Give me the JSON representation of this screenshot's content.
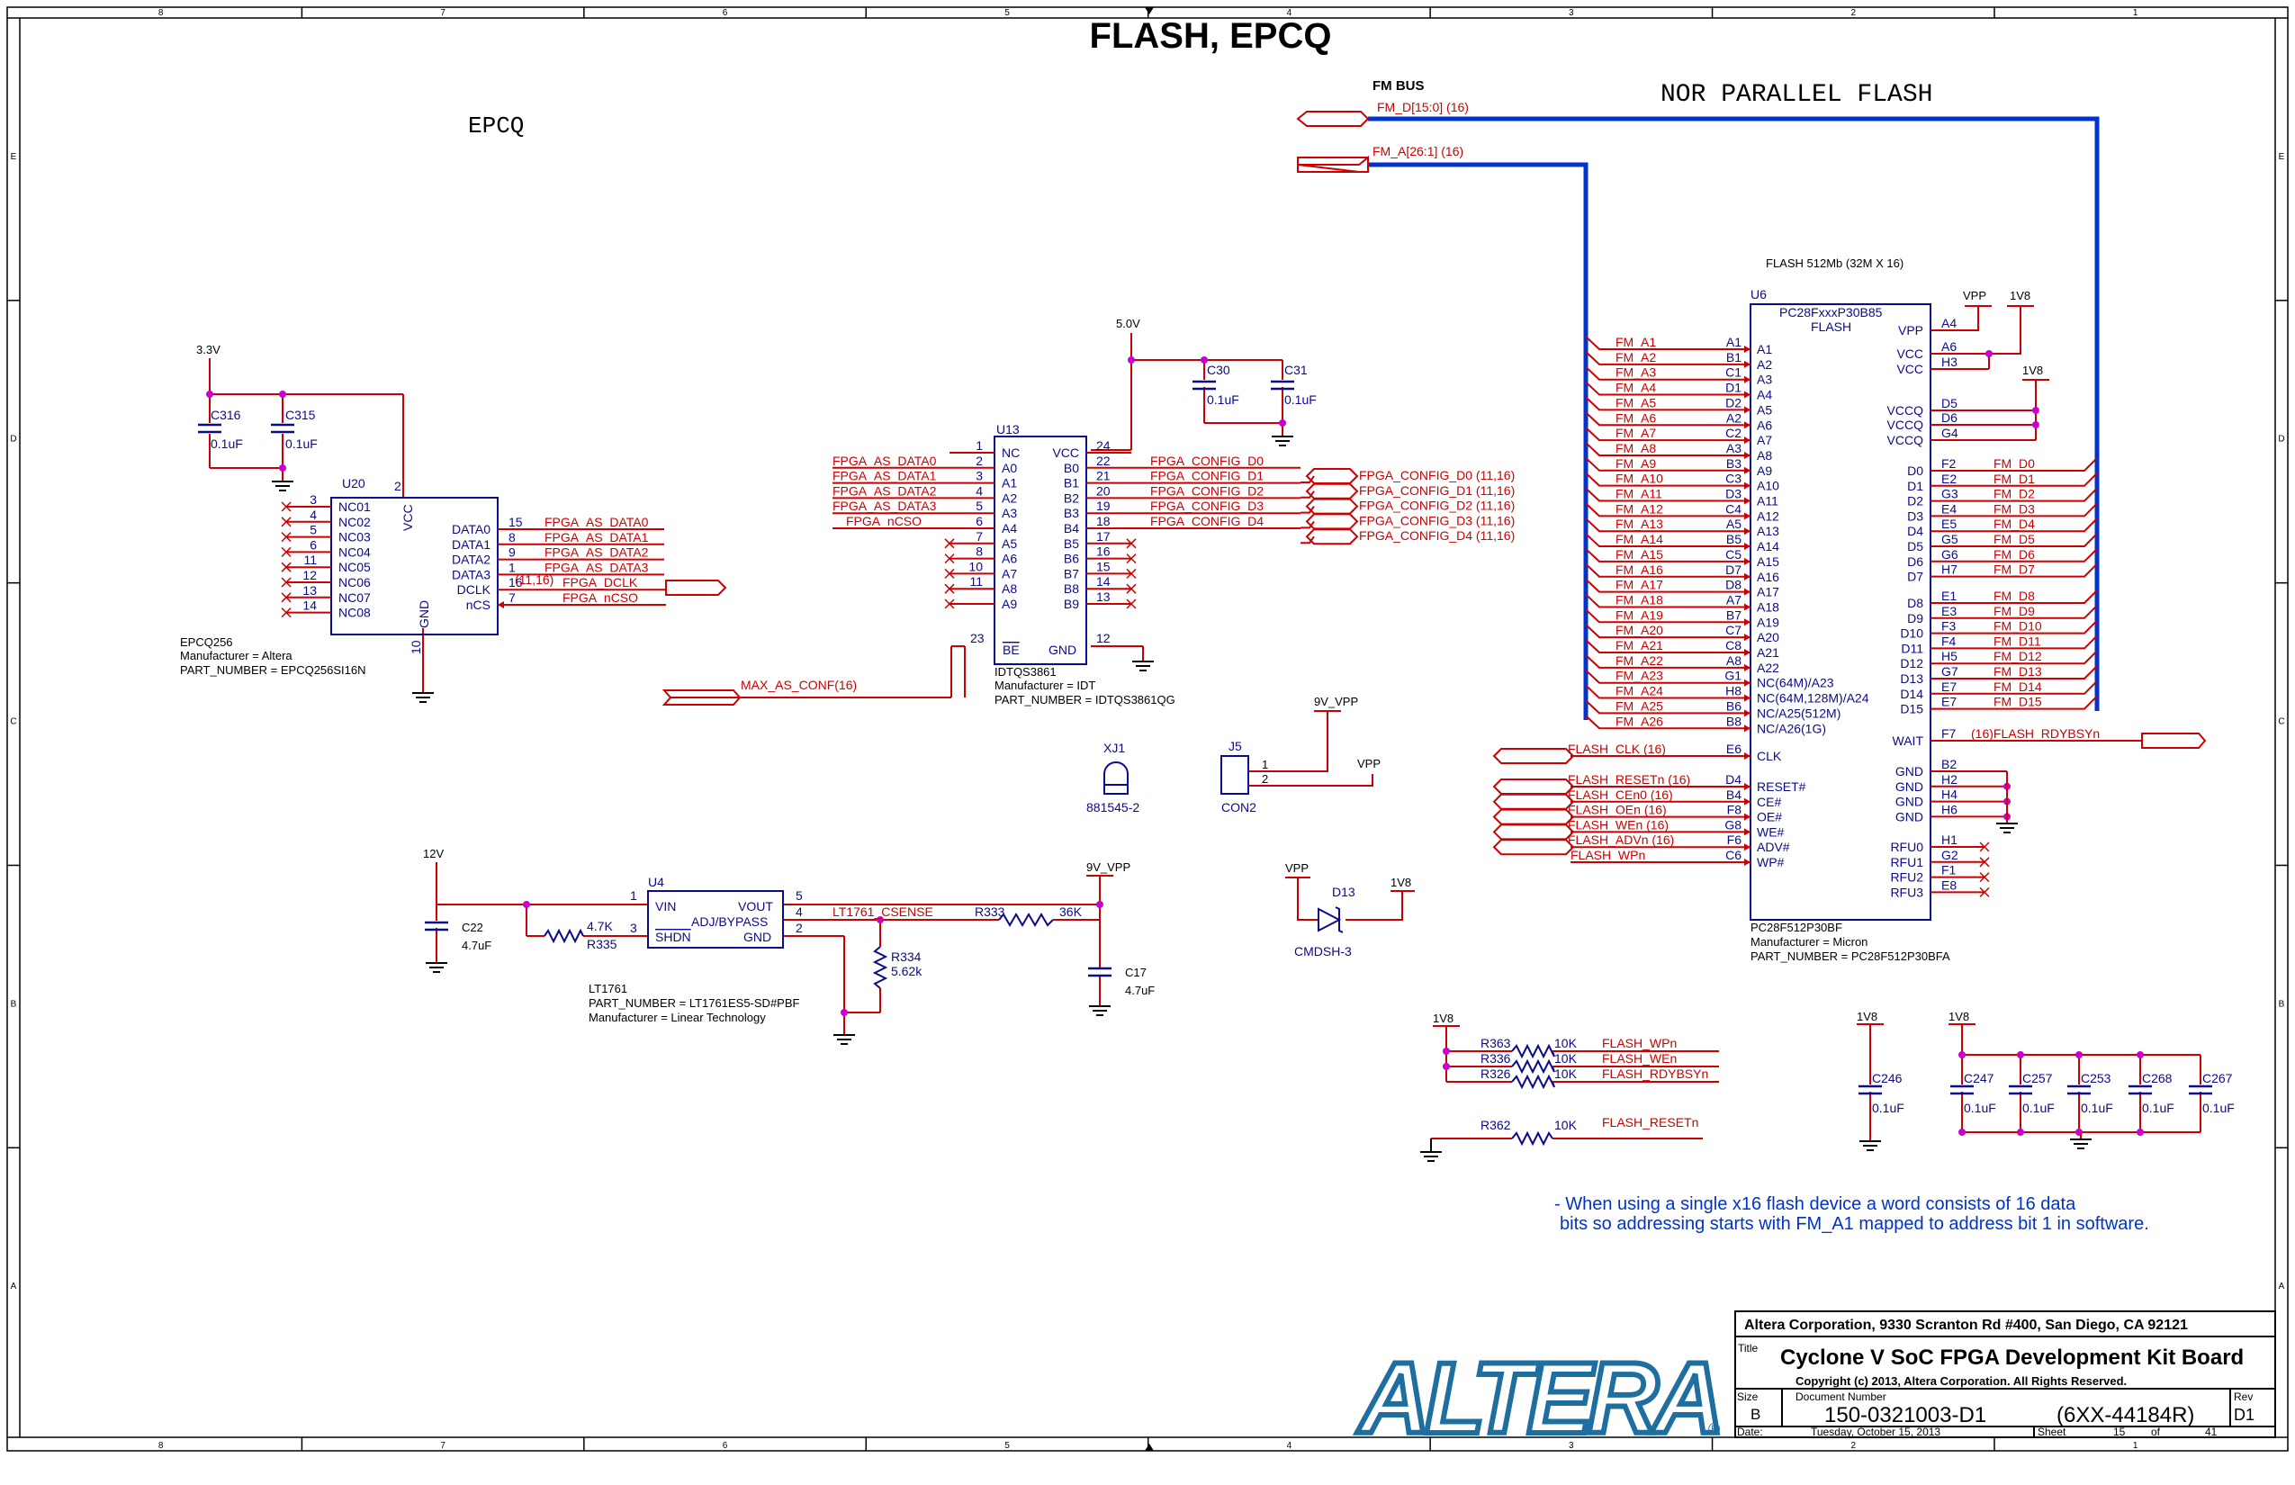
{
  "title": "FLASH, EPCQ",
  "border": {
    "cols": [
      "8",
      "7",
      "6",
      "5",
      "4",
      "3",
      "2",
      "1"
    ],
    "rows": [
      "E",
      "D",
      "C",
      "B",
      "A"
    ]
  },
  "section_labels": {
    "epcq": "EPCQ",
    "nor": "NOR PARALLEL FLASH",
    "fm_bus": "FM BUS"
  },
  "buses": {
    "fm_d": "FM_D[15:0] (16)",
    "fm_a": "FM_A[26:1] (16)"
  },
  "epcq": {
    "power": "3.3V",
    "caps": [
      {
        "ref": "C316",
        "val": "0.1uF"
      },
      {
        "ref": "C315",
        "val": "0.1uF"
      }
    ],
    "ref": "U20",
    "vcc_pin": "VCC",
    "vcc_num": "2",
    "gnd_pin": "GND",
    "gnd_num": "10",
    "left_pins": [
      {
        "num": "3",
        "name": "NC01"
      },
      {
        "num": "4",
        "name": "NC02"
      },
      {
        "num": "5",
        "name": "NC03"
      },
      {
        "num": "6",
        "name": "NC04"
      },
      {
        "num": "11",
        "name": "NC05"
      },
      {
        "num": "12",
        "name": "NC06"
      },
      {
        "num": "13",
        "name": "NC07"
      },
      {
        "num": "14",
        "name": "NC08"
      }
    ],
    "right_pins": [
      {
        "num": "15",
        "name": "DATA0",
        "net": "FPGA_AS_DATA0"
      },
      {
        "num": "8",
        "name": "DATA1",
        "net": "FPGA_AS_DATA1"
      },
      {
        "num": "9",
        "name": "DATA2",
        "net": "FPGA_AS_DATA2"
      },
      {
        "num": "1",
        "name": "DATA3",
        "net": "FPGA_AS_DATA3"
      },
      {
        "num": "16",
        "name": "DCLK",
        "net": "FPGA_DCLK"
      },
      {
        "num": "7",
        "name": "nCS",
        "net": "FPGA_nCSO"
      }
    ],
    "dclk_ref": "(11,16)",
    "part": "EPCQ256",
    "manufacturer": "Manufacturer = Altera",
    "part_number": "PART_NUMBER = EPCQ256SI16N"
  },
  "u13": {
    "power": "5.0V",
    "caps": [
      {
        "ref": "C30",
        "val": "0.1uF"
      },
      {
        "ref": "C31",
        "val": "0.1uF"
      }
    ],
    "ref": "U13",
    "left_pins": [
      {
        "num": "1",
        "name": "NC",
        "net": ""
      },
      {
        "num": "2",
        "name": "A0",
        "net": "FPGA_AS_DATA0"
      },
      {
        "num": "3",
        "name": "A1",
        "net": "FPGA_AS_DATA1"
      },
      {
        "num": "4",
        "name": "A2",
        "net": "FPGA_AS_DATA2"
      },
      {
        "num": "5",
        "name": "A3",
        "net": "FPGA_AS_DATA3"
      },
      {
        "num": "6",
        "name": "A4",
        "net": "FPGA_nCSO"
      },
      {
        "num": "7",
        "name": "A5",
        "net": ""
      },
      {
        "num": "8",
        "name": "A6",
        "net": ""
      },
      {
        "num": "10",
        "name": "A7",
        "net": ""
      },
      {
        "num": "11",
        "name": "A8",
        "net": ""
      },
      {
        "num": "",
        "name": "A9",
        "net": ""
      }
    ],
    "right_pins": [
      {
        "num": "24",
        "name": "VCC",
        "net": ""
      },
      {
        "num": "22",
        "name": "B0",
        "net": "FPGA_CONFIG_D0"
      },
      {
        "num": "21",
        "name": "B1",
        "net": "FPGA_CONFIG_D1"
      },
      {
        "num": "20",
        "name": "B2",
        "net": "FPGA_CONFIG_D2"
      },
      {
        "num": "19",
        "name": "B3",
        "net": "FPGA_CONFIG_D3"
      },
      {
        "num": "18",
        "name": "B4",
        "net": "FPGA_CONFIG_D4"
      },
      {
        "num": "17",
        "name": "B5",
        "net": ""
      },
      {
        "num": "16",
        "name": "B6",
        "net": ""
      },
      {
        "num": "15",
        "name": "B7",
        "net": ""
      },
      {
        "num": "14",
        "name": "B8",
        "net": ""
      },
      {
        "num": "13",
        "name": "B9",
        "net": ""
      }
    ],
    "be_num": "23",
    "be_name": "BE",
    "gnd_name": "GND",
    "gnd_num": "12",
    "be_net": "MAX_AS_CONF(16)",
    "offpage": [
      "FPGA_CONFIG_D0 (11,16)",
      "FPGA_CONFIG_D1 (11,16)",
      "FPGA_CONFIG_D2 (11,16)",
      "FPGA_CONFIG_D3 (11,16)",
      "FPGA_CONFIG_D4 (11,16)"
    ],
    "part": "IDTQS3861",
    "manufacturer": "Manufacturer = IDT",
    "part_number": "PART_NUMBER = IDTQS3861QG"
  },
  "xj1": {
    "ref": "XJ1",
    "val": "881545-2"
  },
  "j5": {
    "ref": "J5",
    "val": "CON2",
    "net": "9V_VPP",
    "pin_net": "VPP",
    "pins": [
      "1",
      "2"
    ]
  },
  "d13": {
    "ref": "D13",
    "val": "CMDSH-3",
    "anode": "VPP",
    "cathode": "1V8"
  },
  "u4": {
    "ref": "U4",
    "power": "12V",
    "cin": {
      "ref": "C22",
      "val": "4.7uF"
    },
    "rshdn": {
      "ref": "R335",
      "val": "4.7K"
    },
    "pins": {
      "vin": "VIN",
      "vin_num": "1",
      "shdn": "SHDN",
      "shdn_num": "3",
      "vout": "VOUT",
      "vout_num": "5",
      "adj": "ADJ/BYPASS",
      "adj_num": "4",
      "gnd": "GND",
      "gnd_num": "2"
    },
    "sense_net": "LT1761_CSENSE",
    "r333": {
      "ref": "R333",
      "val": "36K"
    },
    "r334": {
      "ref": "R334",
      "val": "5.62k"
    },
    "out_net": "9V_VPP",
    "cout": {
      "ref": "C17",
      "val": "4.7uF"
    },
    "part": "LT1761",
    "part_number": "PART_NUMBER = LT1761ES5-SD#PBF",
    "manufacturer": "Manufacturer = Linear Technology"
  },
  "flash": {
    "title": "FLASH 512Mb (32M X 16)",
    "ref": "U6",
    "name1": "PC28FxxxP30B85",
    "name2": "FLASH",
    "addr": [
      {
        "net": "FM_A1",
        "ball": "A1",
        "pin": "A1"
      },
      {
        "net": "FM_A2",
        "ball": "B1",
        "pin": "A2"
      },
      {
        "net": "FM_A3",
        "ball": "C1",
        "pin": "A3"
      },
      {
        "net": "FM_A4",
        "ball": "D1",
        "pin": "A4"
      },
      {
        "net": "FM_A5",
        "ball": "D2",
        "pin": "A5"
      },
      {
        "net": "FM_A6",
        "ball": "A2",
        "pin": "A6"
      },
      {
        "net": "FM_A7",
        "ball": "C2",
        "pin": "A7"
      },
      {
        "net": "FM_A8",
        "ball": "A3",
        "pin": "A8"
      },
      {
        "net": "FM_A9",
        "ball": "B3",
        "pin": "A9"
      },
      {
        "net": "FM_A10",
        "ball": "C3",
        "pin": "A10"
      },
      {
        "net": "FM_A11",
        "ball": "D3",
        "pin": "A11"
      },
      {
        "net": "FM_A12",
        "ball": "C4",
        "pin": "A12"
      },
      {
        "net": "FM_A13",
        "ball": "A5",
        "pin": "A13"
      },
      {
        "net": "FM_A14",
        "ball": "B5",
        "pin": "A14"
      },
      {
        "net": "FM_A15",
        "ball": "C5",
        "pin": "A15"
      },
      {
        "net": "FM_A16",
        "ball": "D7",
        "pin": "A16"
      },
      {
        "net": "FM_A17",
        "ball": "D8",
        "pin": "A17"
      },
      {
        "net": "FM_A18",
        "ball": "A7",
        "pin": "A18"
      },
      {
        "net": "FM_A19",
        "ball": "B7",
        "pin": "A19"
      },
      {
        "net": "FM_A20",
        "ball": "C7",
        "pin": "A20"
      },
      {
        "net": "FM_A21",
        "ball": "C8",
        "pin": "A21"
      },
      {
        "net": "FM_A22",
        "ball": "A8",
        "pin": "A22"
      },
      {
        "net": "FM_A23",
        "ball": "G1",
        "pin": "NC(64M)/A23"
      },
      {
        "net": "FM_A24",
        "ball": "H8",
        "pin": "NC(64M,128M)/A24"
      },
      {
        "net": "FM_A25",
        "ball": "B6",
        "pin": "NC/A25(512M)"
      },
      {
        "net": "FM_A26",
        "ball": "B8",
        "pin": "NC/A26(1G)"
      }
    ],
    "ctrl": [
      {
        "net": "FLASH_CLK (16)",
        "ball": "E6",
        "pin": "CLK"
      },
      {
        "net": "FLASH_RESETn (16)",
        "ball": "D4",
        "pin": "RESET#"
      },
      {
        "net": "FLASH_CEn0 (16)",
        "ball": "B4",
        "pin": "CE#"
      },
      {
        "net": "FLASH_OEn (16)",
        "ball": "F8",
        "pin": "OE#"
      },
      {
        "net": "FLASH_WEn (16)",
        "ball": "G8",
        "pin": "WE#"
      },
      {
        "net": "FLASH_ADVn (16)",
        "ball": "F6",
        "pin": "ADV#"
      },
      {
        "net": "FLASH_WPn",
        "ball": "C6",
        "pin": "WP#"
      }
    ],
    "pwr": [
      {
        "pin": "VPP",
        "ball": "A4"
      },
      {
        "pin": "VCC",
        "ball": "A6"
      },
      {
        "pin": "VCC",
        "ball": "H3"
      },
      {
        "pin": "VCCQ",
        "ball": "D5"
      },
      {
        "pin": "VCCQ",
        "ball": "D6"
      },
      {
        "pin": "VCCQ",
        "ball": "G4"
      }
    ],
    "vpp_net": "VPP",
    "v18_net": "1V8",
    "data": [
      {
        "pin": "D0",
        "ball": "F2",
        "net": "FM_D0"
      },
      {
        "pin": "D1",
        "ball": "E2",
        "net": "FM_D1"
      },
      {
        "pin": "D2",
        "ball": "G3",
        "net": "FM_D2"
      },
      {
        "pin": "D3",
        "ball": "E4",
        "net": "FM_D3"
      },
      {
        "pin": "D4",
        "ball": "E5",
        "net": "FM_D4"
      },
      {
        "pin": "D5",
        "ball": "G5",
        "net": "FM_D5"
      },
      {
        "pin": "D6",
        "ball": "G6",
        "net": "FM_D6"
      },
      {
        "pin": "D7",
        "ball": "H7",
        "net": "FM_D7"
      },
      {
        "pin": "D8",
        "ball": "E1",
        "net": "FM_D8"
      },
      {
        "pin": "D9",
        "ball": "E3",
        "net": "FM_D9"
      },
      {
        "pin": "D10",
        "ball": "F3",
        "net": "FM_D10"
      },
      {
        "pin": "D11",
        "ball": "F4",
        "net": "FM_D11"
      },
      {
        "pin": "D12",
        "ball": "H5",
        "net": "FM_D12"
      },
      {
        "pin": "D13",
        "ball": "G7",
        "net": "FM_D13"
      },
      {
        "pin": "D14",
        "ball": "E7",
        "net": "FM_D14"
      },
      {
        "pin": "D15",
        "ball": "E7",
        "net": "FM_D15"
      }
    ],
    "wait": {
      "pin": "WAIT",
      "ball": "F7",
      "net": "(16)FLASH_RDYBSYn"
    },
    "gnd": [
      {
        "pin": "GND",
        "ball": "B2"
      },
      {
        "pin": "GND",
        "ball": "H2"
      },
      {
        "pin": "GND",
        "ball": "H4"
      },
      {
        "pin": "GND",
        "ball": "H6"
      }
    ],
    "rfu": [
      {
        "pin": "RFU0",
        "ball": "H1"
      },
      {
        "pin": "RFU1",
        "ball": "G2"
      },
      {
        "pin": "RFU2",
        "ball": "F1"
      },
      {
        "pin": "RFU3",
        "ball": "E8"
      }
    ],
    "part": "PC28F512P30BF",
    "manufacturer": "Manufacturer = Micron",
    "part_number": "PART_NUMBER = PC28F512P30BFA"
  },
  "pullups": {
    "net": "1V8",
    "rows": [
      {
        "ref": "R363",
        "val": "10K",
        "net": "FLASH_WPn"
      },
      {
        "ref": "R336",
        "val": "10K",
        "net": "FLASH_WEn"
      },
      {
        "ref": "R326",
        "val": "10K",
        "net": "FLASH_RDYBSYn"
      }
    ],
    "pulldown": {
      "ref": "R362",
      "val": "10K",
      "net": "FLASH_RESETn"
    }
  },
  "decoupling": {
    "nets": [
      "1V8",
      "1V8"
    ],
    "caps": [
      {
        "ref": "C246",
        "val": "0.1uF"
      },
      {
        "ref": "C247",
        "val": "0.1uF"
      },
      {
        "ref": "C257",
        "val": "0.1uF"
      },
      {
        "ref": "C253",
        "val": "0.1uF"
      },
      {
        "ref": "C268",
        "val": "0.1uF"
      },
      {
        "ref": "C267",
        "val": "0.1uF"
      }
    ]
  },
  "note": [
    "- When using a single x16 flash device a word consists of 16 data",
    "bits so addressing starts with FM_A1 mapped to address bit 1 in software."
  ],
  "titleblock": {
    "company": "Altera Corporation, 9330 Scranton Rd #400, San Diego, CA 92121",
    "title_label": "Title",
    "title": "Cyclone V SoC FPGA Development Kit Board",
    "copyright": "Copyright (c) 2013, Altera Corporation. All Rights Reserved.",
    "size_label": "Size",
    "size": "B",
    "docnum_label": "Document Number",
    "docnum": "150-0321003-D1",
    "docnum2": "(6XX-44184R)",
    "rev_label": "Rev",
    "rev": "D1",
    "date_label": "Date:",
    "date": "Tuesday, October 15, 2013",
    "sheet_label": "Sheet",
    "sheet": "15",
    "of_label": "of",
    "total": "41",
    "logo": "ALTERA",
    "reg": "®"
  },
  "colors": {
    "wire": "#cc0000",
    "body": "#0a0a8c",
    "bus": "#0033cc",
    "junction": "#cc00cc",
    "logo": "#1e6fa0"
  }
}
